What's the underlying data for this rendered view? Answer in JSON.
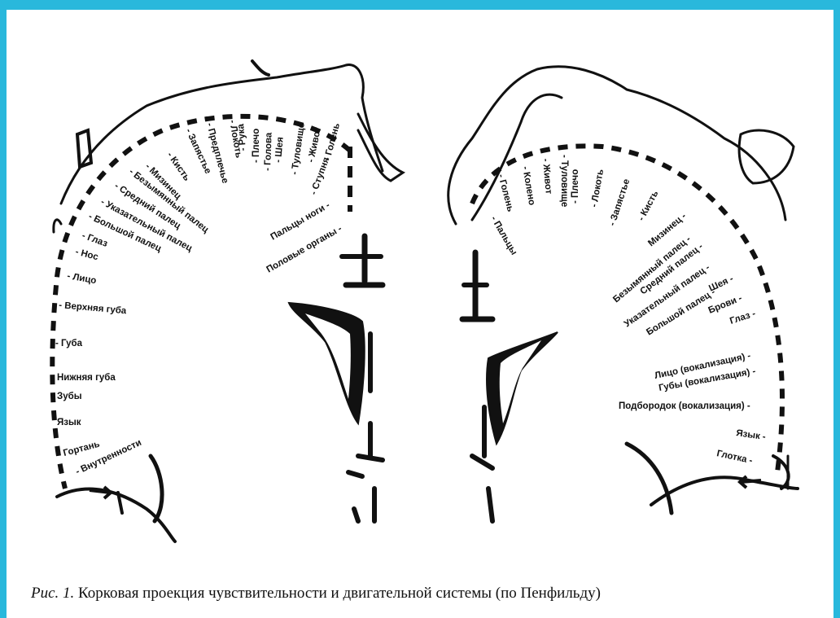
{
  "left_labels": [
    "Пальцы ноги -",
    "Половые органы -",
    "- Ступня",
    "- Голень",
    "- Живот",
    "- Туловище",
    "- Шея",
    "- Голова",
    "- Плечо",
    "- Рука",
    "- Локоть",
    "- Предплечье",
    "- Запястье",
    "- Кисть",
    "- Мизинец",
    "- Безымянный палец",
    "- Средний палец",
    "- Указательный палец",
    "- Большой палец",
    "- Глаз",
    "- Нос",
    "- Лицо",
    "- Верхняя губа",
    "- Губа",
    "Нижняя губа",
    "Зубы",
    "Язык",
    "- Гортань",
    "- Внутренности"
  ],
  "right_labels": [
    "- Пальцы",
    "- Голень",
    "- Колено",
    "- Живот",
    "- Туловище",
    "- Плечо",
    "- Локоть",
    "- Запястье",
    "- Кисть",
    "Мизинец -",
    "Безымянный палец -",
    "Средний палец -",
    "Указательный палец -",
    "Большой палец -",
    "Шея -",
    "Брови -",
    "Глаз -",
    "Лицо (вокализация) -",
    "Губы (вокализация) -",
    "Подбородок (вокализация) -",
    "Язык -",
    "Глотка -"
  ],
  "caption": {
    "fig": "Рис. 1.",
    "text": " Корковая проекция чувствительности и двигательной системы (по Пенфильду)"
  }
}
